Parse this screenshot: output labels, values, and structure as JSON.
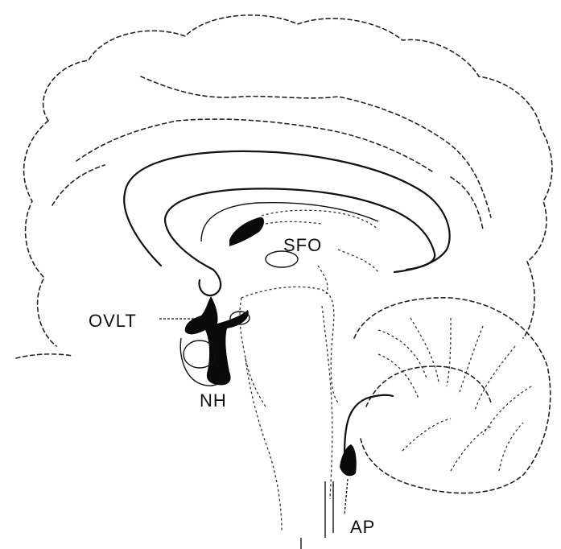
{
  "labels": {
    "sfo": "SFO",
    "ovlt": "OVLT",
    "nh": "NH",
    "ap": "AP"
  },
  "colors": {
    "ink": "#111111",
    "background": "#ffffff"
  }
}
